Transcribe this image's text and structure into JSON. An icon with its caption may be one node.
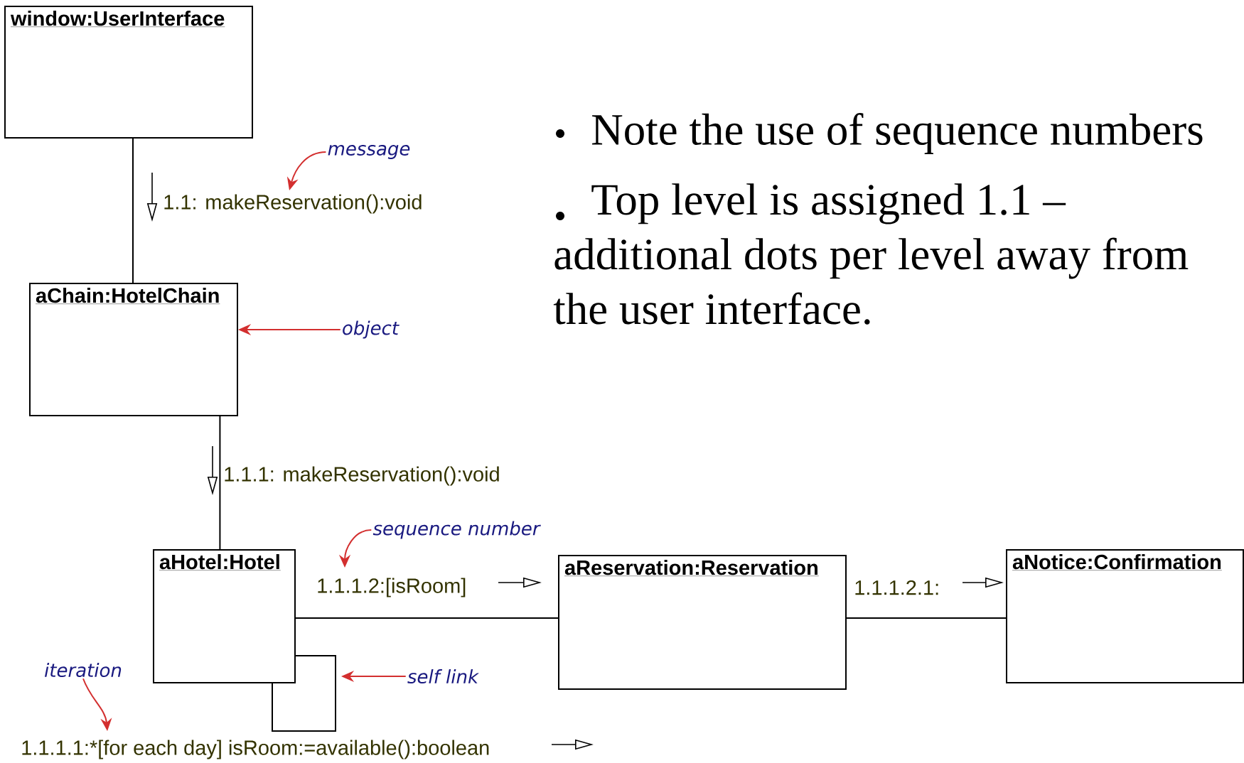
{
  "diagram": {
    "nodes": [
      {
        "text": [
          "window:UserInterface"
        ]
      },
      {
        "text": [
          "aChain:HotelChain"
        ]
      },
      {
        "text": [
          "aHotel:Hotel"
        ]
      },
      {
        "text": [
          "aReservation:Reservation"
        ]
      },
      {
        "text": [
          "aNotice:Confirmation"
        ]
      },
      {
        "text": [
          "message"
        ]
      },
      {
        "text": [
          "object"
        ]
      },
      {
        "text": [
          "sequence number"
        ]
      },
      {
        "text": [
          "self link"
        ]
      },
      {
        "text": [
          "iteration"
        ]
      }
    ],
    "edges": [
      {
        "from": 0,
        "to": 1,
        "arrow": "none",
        "label": "1.1: makeReservation():void"
      },
      {
        "from": 1,
        "to": 2,
        "arrow": "none",
        "label": "1.1.1: makeReservation():void"
      },
      {
        "from": 2,
        "to": 3,
        "arrow": "none",
        "label": "1.1.1.2:[isRoom]"
      },
      {
        "from": 3,
        "to": 4,
        "arrow": "none",
        "label": "1.1.1.2.1:"
      },
      {
        "from": 2,
        "to": 2,
        "arrow": "none",
        "label": "1.1.1.1:*[for each day] isRoom:=available():boolean"
      },
      {
        "from": 5,
        "to": null,
        "arrow": "to",
        "color": "#d32f2f"
      },
      {
        "from": 6,
        "to": 1,
        "arrow": "to",
        "color": "#d32f2f"
      },
      {
        "from": 7,
        "to": null,
        "arrow": "to",
        "color": "#d32f2f"
      },
      {
        "from": 8,
        "to": null,
        "arrow": "to",
        "color": "#d32f2f"
      },
      {
        "from": 9,
        "to": null,
        "arrow": "to",
        "color": "#d32f2f"
      }
    ],
    "labels": [
      "Note the use of sequence numbers",
      "Top level is assigned 1.1 – additional dots per level away from the user interface."
    ]
  }
}
